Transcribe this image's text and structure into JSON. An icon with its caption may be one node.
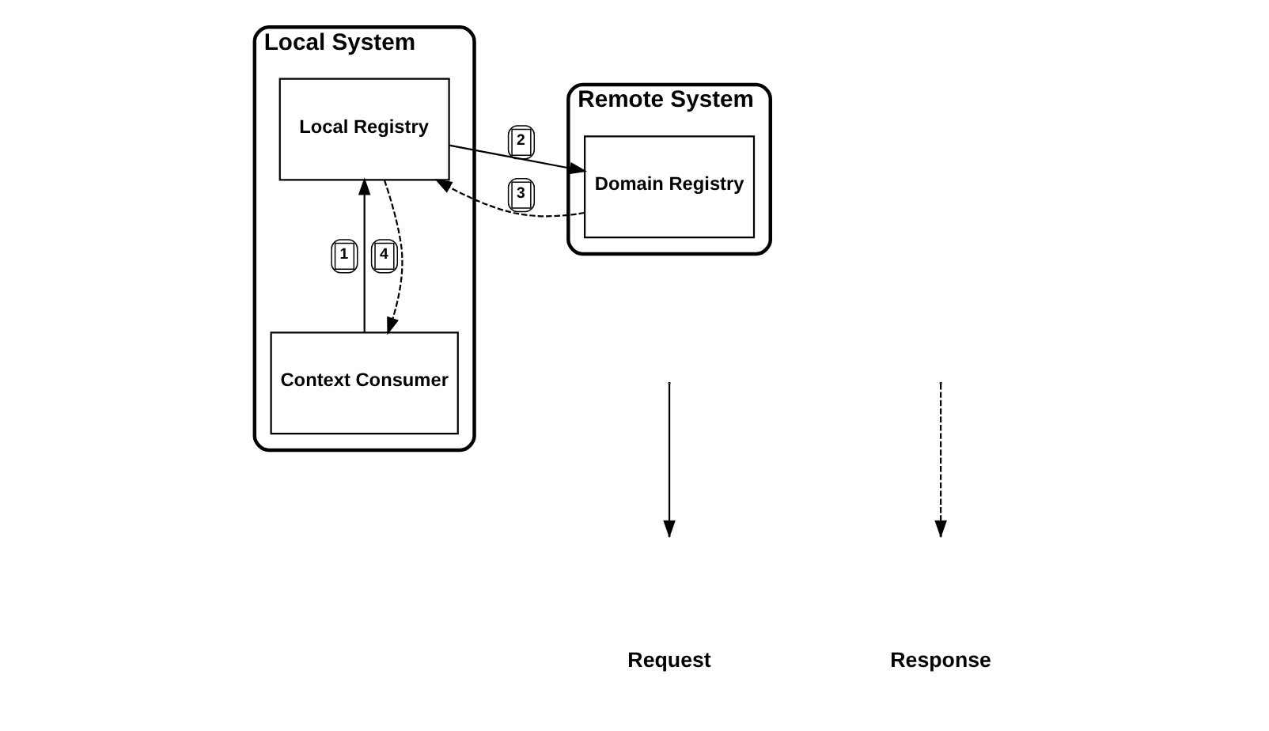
{
  "diagram": {
    "nodes": [
      {
        "text": [
          "Local System"
        ]
      },
      {
        "text": [
          "Local Registry"
        ],
        "in": 0
      },
      {
        "text": [
          "Context Consumer"
        ],
        "in": 0
      },
      {
        "text": [
          "Remote System"
        ]
      },
      {
        "text": [
          "Domain Registry"
        ],
        "in": 3
      }
    ],
    "edges": [
      {
        "from": 2,
        "to": 1,
        "arrow": "to",
        "label": "1"
      },
      {
        "from": 1,
        "to": 4,
        "arrow": "to",
        "label": "2"
      },
      {
        "from": 4,
        "to": 1,
        "arrow": "to",
        "label": "3",
        "style": "dashed"
      },
      {
        "from": 1,
        "to": 2,
        "arrow": "to",
        "label": "4",
        "style": "dashed"
      }
    ],
    "legend": [
      {
        "text": "Request"
      },
      {
        "text": "Response"
      }
    ]
  }
}
